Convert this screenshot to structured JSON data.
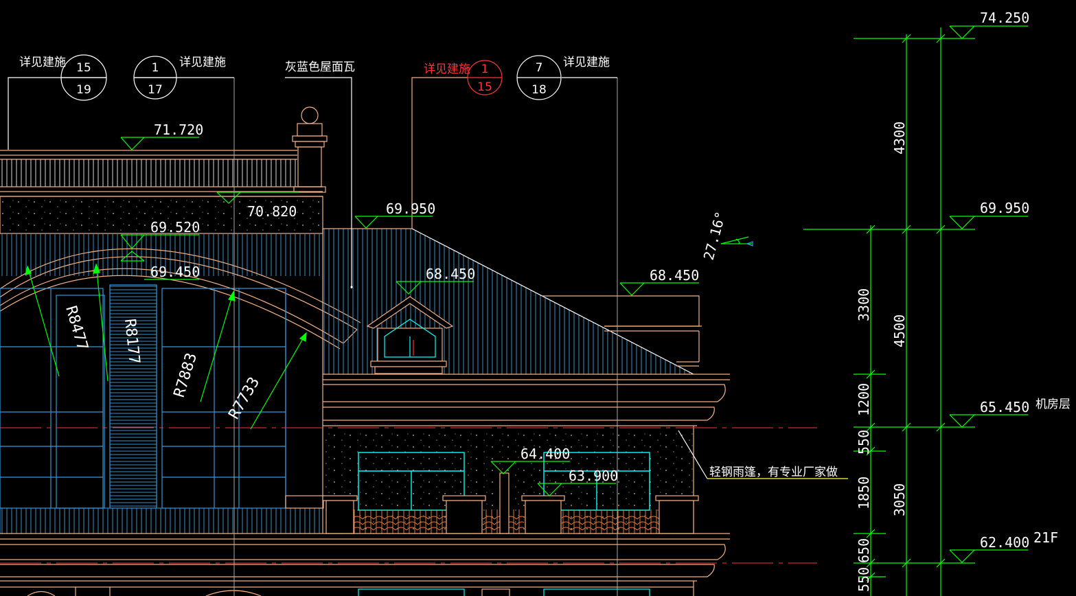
{
  "colors": {
    "white": "#ffffff",
    "orange": "#f4b183",
    "red": "#ff3333",
    "green": "#00ff00",
    "cyan": "#00ffff",
    "blue": "#3399dd",
    "yellow": "#ffff44",
    "grid": "#aaaaaa"
  },
  "callouts": {
    "ref_15_19": {
      "label": "详见建施",
      "top": "15",
      "bottom": "19"
    },
    "ref_1_17": {
      "label": "详见建施",
      "top": "1",
      "bottom": "17"
    },
    "roof_tile": {
      "label": "灰蓝色屋面瓦"
    },
    "ref_1_15": {
      "label": "详见建施",
      "top": "1",
      "bottom": "15"
    },
    "ref_7_18": {
      "label": "详见建施",
      "top": "7",
      "bottom": "18"
    }
  },
  "levels": {
    "l71720": "71.720",
    "l70820": "70.820",
    "l69950a": "69.950",
    "l69520": "69.520",
    "l69450": "69.450",
    "l68450a": "68.450",
    "l68450b": "68.450",
    "l64400": "64.400",
    "l63900": "63.900"
  },
  "angle": "27.16°",
  "radii": {
    "r1": "R8477",
    "r2": "R8177",
    "r3": "R7883",
    "r4": "R7733"
  },
  "canopy_note": "轻钢雨篷，有专业厂家做",
  "right_levels": {
    "top": "74.250",
    "roof": "69.950",
    "machine": "65.450",
    "floor21": "62.400"
  },
  "floor_labels": {
    "machine_room": "机房层",
    "f21": "21F"
  },
  "dimensions": {
    "d4300": "4300",
    "d3300": "3300",
    "d4500": "4500",
    "d1200": "1200",
    "d550a": "550",
    "d1850": "1850",
    "d3050": "3050",
    "d650": "650",
    "d550b": "550"
  }
}
